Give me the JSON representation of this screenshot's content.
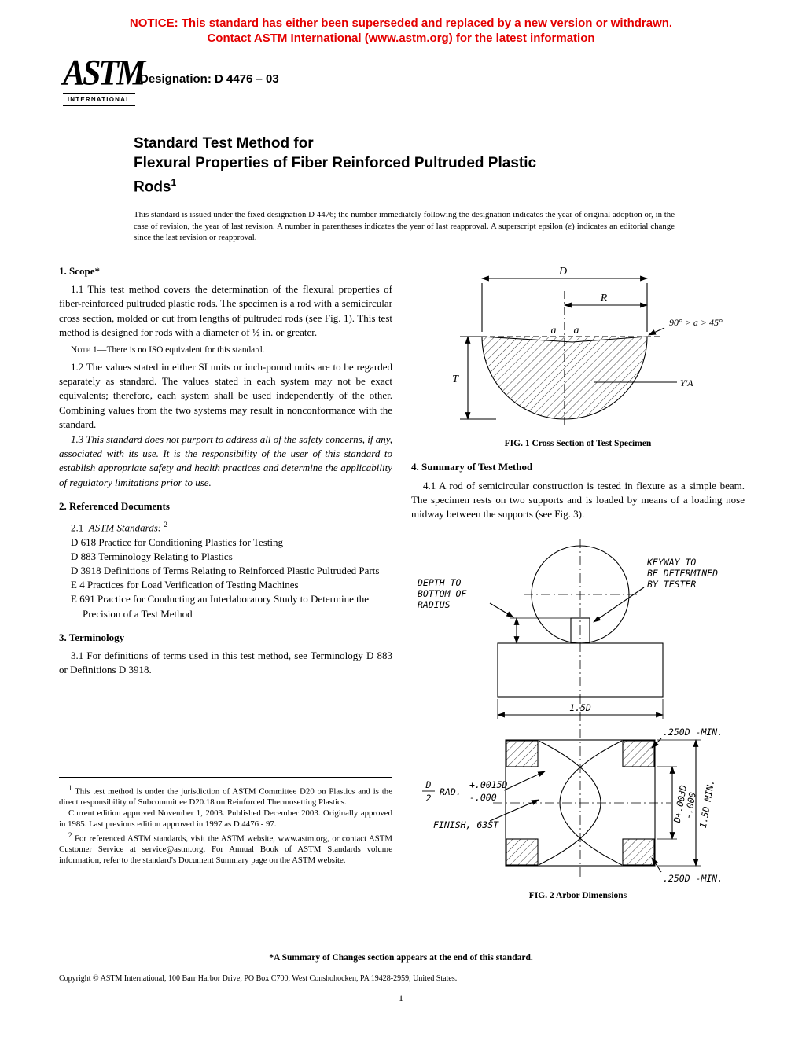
{
  "colors": {
    "notice_red": "#e40000",
    "ink": "#000000",
    "paper": "#ffffff"
  },
  "notice": {
    "line1": "NOTICE: This standard has either been superseded and replaced by a new version or withdrawn.",
    "line2": "Contact ASTM International (www.astm.org) for the latest information"
  },
  "logo": {
    "astm": "ASTM",
    "international": "INTERNATIONAL"
  },
  "header": {
    "designation": "Designation: D 4476 – 03"
  },
  "title": {
    "line1": "Standard Test Method for",
    "line2": "Flexural Properties of Fiber Reinforced Pultruded Plastic",
    "line3": "Rods",
    "footnote_ref": "1"
  },
  "issue_statement": "This standard is issued under the fixed designation D 4476; the number immediately following the designation indicates the year of original adoption or, in the case of revision, the year of last revision. A number in parentheses indicates the year of last reapproval. A superscript epsilon (ε) indicates an editorial change since the last revision or reapproval.",
  "scope": {
    "heading": "1.  Scope*",
    "p1": "1.1  This test method covers the determination of the flexural properties of fiber-reinforced pultruded plastic rods. The specimen is a rod with a semicircular cross section, molded or cut from lengths of pultruded rods (see Fig. 1). This test method is designed for rods with a diameter of ½ in. or greater.",
    "note_label": "Note 1—",
    "note_text": "There is no ISO equivalent for this standard.",
    "p2": "1.2  The values stated in either SI units or inch-pound units are to be regarded separately as standard. The values stated in each system may not be exact equivalents; therefore, each system shall be used independently of the other. Combining values from the two systems may result in nonconformance with the standard.",
    "p3": "1.3  This standard does not purport to address all of the safety concerns, if any, associated with its use. It is the responsibility of the user of this standard to establish appropriate safety and health practices and determine the applicability of regulatory limitations prior to use."
  },
  "referenced": {
    "heading": "2.  Referenced Documents",
    "intro_num": "2.1",
    "intro_italic": "ASTM Standards:",
    "intro_sup": "2",
    "items": [
      "D 618  Practice for Conditioning Plastics for Testing",
      "D 883  Terminology Relating to Plastics",
      "D 3918  Definitions of Terms Relating to Reinforced Plastic Pultruded Parts",
      "E 4  Practices for Load Verification of Testing Machines",
      "E 691  Practice for Conducting an Interlaboratory Study to Determine the Precision of a Test Method"
    ]
  },
  "terminology": {
    "heading": "3.  Terminology",
    "p1": "3.1  For definitions of terms used in this test method, see Terminology D 883 or Definitions D 3918."
  },
  "summary_method": {
    "heading": "4.  Summary of Test Method",
    "p1": "4.1  A rod of semicircular construction is tested in flexure as a simple beam. The specimen rests on two supports and is loaded by means of a loading nose midway between the supports (see Fig. 3)."
  },
  "fig1": {
    "caption": "FIG. 1 Cross Section of Test Specimen",
    "labels": {
      "d": "D",
      "r": "R",
      "a_left": "a",
      "a_right": "a",
      "t": "T",
      "ya": "Y'A",
      "angle": "90° > a > 45°"
    }
  },
  "fig2": {
    "caption": "FIG. 2 Arbor Dimensions",
    "labels": {
      "depth1": "DEPTH TO",
      "depth2": "BOTTOM OF",
      "depth3": "RADIUS",
      "keyway1": "KEYWAY TO",
      "keyway2": "BE DETERMINED",
      "keyway3": "BY TESTER",
      "dim_15d": "1.5D",
      "dim_250d_top": ".250D  -MIN.",
      "dim_250d_bottom": ".250D  -MIN.",
      "rad_num": "D",
      "rad_den": "2",
      "rad_label": "RAD.",
      "rad_tol_plus": "+.0015D",
      "rad_tol_minus": "-.000",
      "finish": "FINISH, 63ST",
      "dia_tol_plus": "D+.003D",
      "dia_tol_minus": "-.000",
      "dim_15d_min": "1.5D MIN."
    }
  },
  "footnotes": {
    "fn1_marker": "1",
    "fn1_text": "This test method is under the jurisdiction of ASTM Committee D20 on Plastics and is the direct responsibility of Subcommittee D20.18 on Reinforced Thermosetting Plastics.",
    "fn1b_text": "Current edition approved November 1, 2003. Published December 2003. Originally approved in 1985. Last previous edition approved in 1997 as D 4476 - 97.",
    "fn2_marker": "2",
    "fn2_text": "For referenced ASTM standards, visit the ASTM website, www.astm.org, or contact ASTM Customer Service at service@astm.org. For Annual Book of ASTM Standards volume information, refer to the standard's Document Summary page on the ASTM website."
  },
  "footer": {
    "summary_note": "*A Summary of Changes section appears at the end of this standard.",
    "copyright": "Copyright © ASTM International, 100 Barr Harbor Drive, PO Box C700, West Conshohocken, PA 19428-2959, United States.",
    "page_number": "1"
  }
}
